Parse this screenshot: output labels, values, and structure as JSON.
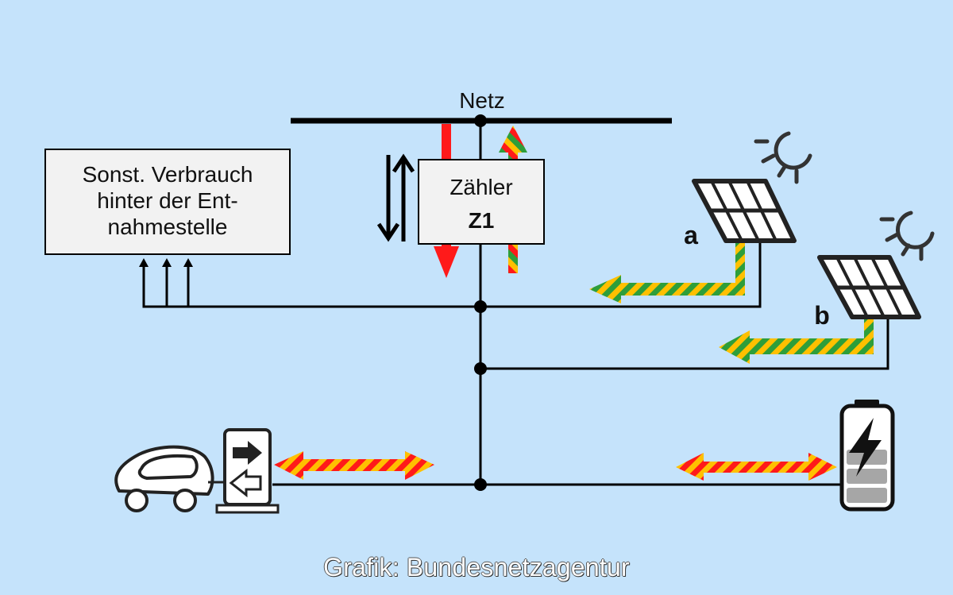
{
  "grid_label": "Netz",
  "meter": {
    "line1": "Zähler",
    "line2": "Z1"
  },
  "consumption": {
    "line1": "Sonst. Verbrauch",
    "line2": "hinter der Ent-",
    "line3": "nahmestelle"
  },
  "pv_a": {
    "label": "a"
  },
  "pv_b": {
    "label": "b"
  },
  "credit": "Grafik: Bundesnetzagentur",
  "colors": {
    "background": "#c5e3fb",
    "line": "#000000",
    "grid_draw": "#ff1a1a",
    "pv_green": "#2e9e3a",
    "pv_yellow": "#ffc000",
    "storage_red": "#ff1a1a",
    "box_fill": "#f2f2f2",
    "battery_level": "#a6a6a6"
  },
  "icons": {
    "sun_a": "sun-icon",
    "sun_b": "sun-icon",
    "panel_a": "solar-panel-icon",
    "panel_b": "solar-panel-icon",
    "car": "electric-car-icon",
    "charger": "wallbox-icon",
    "battery": "battery-icon"
  }
}
